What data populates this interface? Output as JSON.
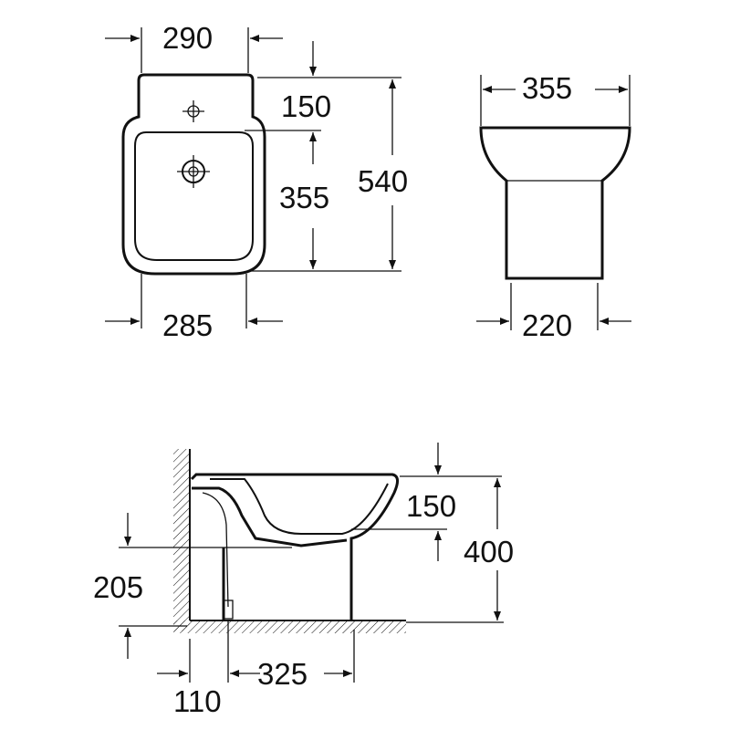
{
  "top_view": {
    "width_top": "290",
    "back_depth": "150",
    "bowl_length": "355",
    "total_length": "540",
    "width_bottom": "285"
  },
  "front_view": {
    "width_top": "355",
    "width_base": "220"
  },
  "side_view": {
    "bowl_depth": "150",
    "height": "400",
    "outlet_height": "205",
    "outlet_distance": "110",
    "fixing_distance": "325"
  }
}
